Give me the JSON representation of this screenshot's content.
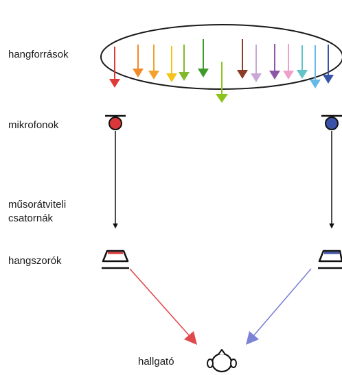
{
  "labels": {
    "sources": "hangforrások",
    "microphones": "mikrofonok",
    "channels_line1": "műsorátviteli",
    "channels_line2": "csatornák",
    "speakers": "hangszorók",
    "listener": "hallgató"
  },
  "colors": {
    "left_channel": "#d9373a",
    "right_channel": "#3c52a8",
    "left_arrow": "#e04a4d",
    "right_arrow": "#7b83d6",
    "signal_line": "#111111"
  },
  "source_arrows": [
    {
      "color": "#e03a36",
      "long": false
    },
    {
      "color": "#f28a28",
      "long": false
    },
    {
      "color": "#f2a22c",
      "long": false
    },
    {
      "color": "#f4c31a",
      "long": false
    },
    {
      "color": "#82b92a",
      "long": false
    },
    {
      "color": "#3f9a2a",
      "long": false
    },
    {
      "color": "#3f9a2a",
      "long": false
    },
    {
      "color": "#8cc41e",
      "long": true
    },
    {
      "color": "#8c3b26",
      "long": false
    },
    {
      "color": "#c9a6d8",
      "long": false
    },
    {
      "color": "#8d56a6",
      "long": false
    },
    {
      "color": "#eea0c9",
      "long": false
    },
    {
      "color": "#62c4c9",
      "long": false
    },
    {
      "color": "#66b8e6",
      "long": false
    },
    {
      "color": "#3754a9",
      "long": false
    }
  ]
}
